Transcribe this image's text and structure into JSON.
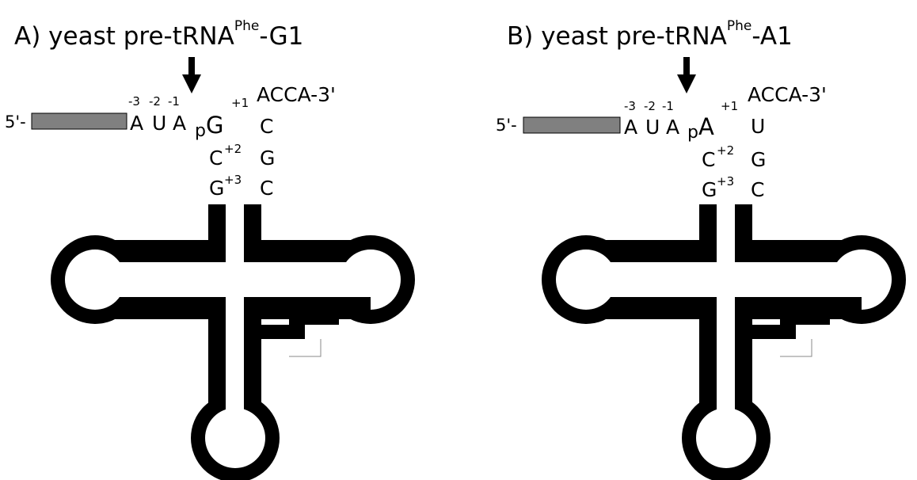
{
  "panels": [
    {
      "id": "A",
      "title_prefix": "A)  yeast pre-tRNA",
      "title_superscript": "Phe",
      "title_suffix": "-G1",
      "five_prime_label": "5'-",
      "leader_nucleotides": [
        "A",
        "U",
        "A"
      ],
      "leader_positions": [
        "-3",
        "-2",
        "-1"
      ],
      "phosphate": "p",
      "first_nucleotide": "G",
      "first_position": "+1",
      "acceptor_5prime": [
        "C",
        "G"
      ],
      "acceptor_5prime_positions": [
        "+2",
        "+3"
      ],
      "acceptor_3prime": [
        "C",
        "G",
        "C"
      ],
      "three_prime_end": "ACCA-3'"
    },
    {
      "id": "B",
      "title_prefix": "B)  yeast pre-tRNA",
      "title_superscript": "Phe",
      "title_suffix": "-A1",
      "five_prime_label": "5'-",
      "leader_nucleotides": [
        "A",
        "U",
        "A"
      ],
      "leader_positions": [
        "-3",
        "-2",
        "-1"
      ],
      "phosphate": "p",
      "first_nucleotide": "A",
      "first_position": "+1",
      "acceptor_5prime": [
        "C",
        "G"
      ],
      "acceptor_5prime_positions": [
        "+2",
        "+3"
      ],
      "acceptor_3prime": [
        "U",
        "G",
        "C"
      ],
      "three_prime_end": "ACCA-3'"
    }
  ],
  "colors": {
    "leader_box": "#808080",
    "structure": "#000000"
  }
}
